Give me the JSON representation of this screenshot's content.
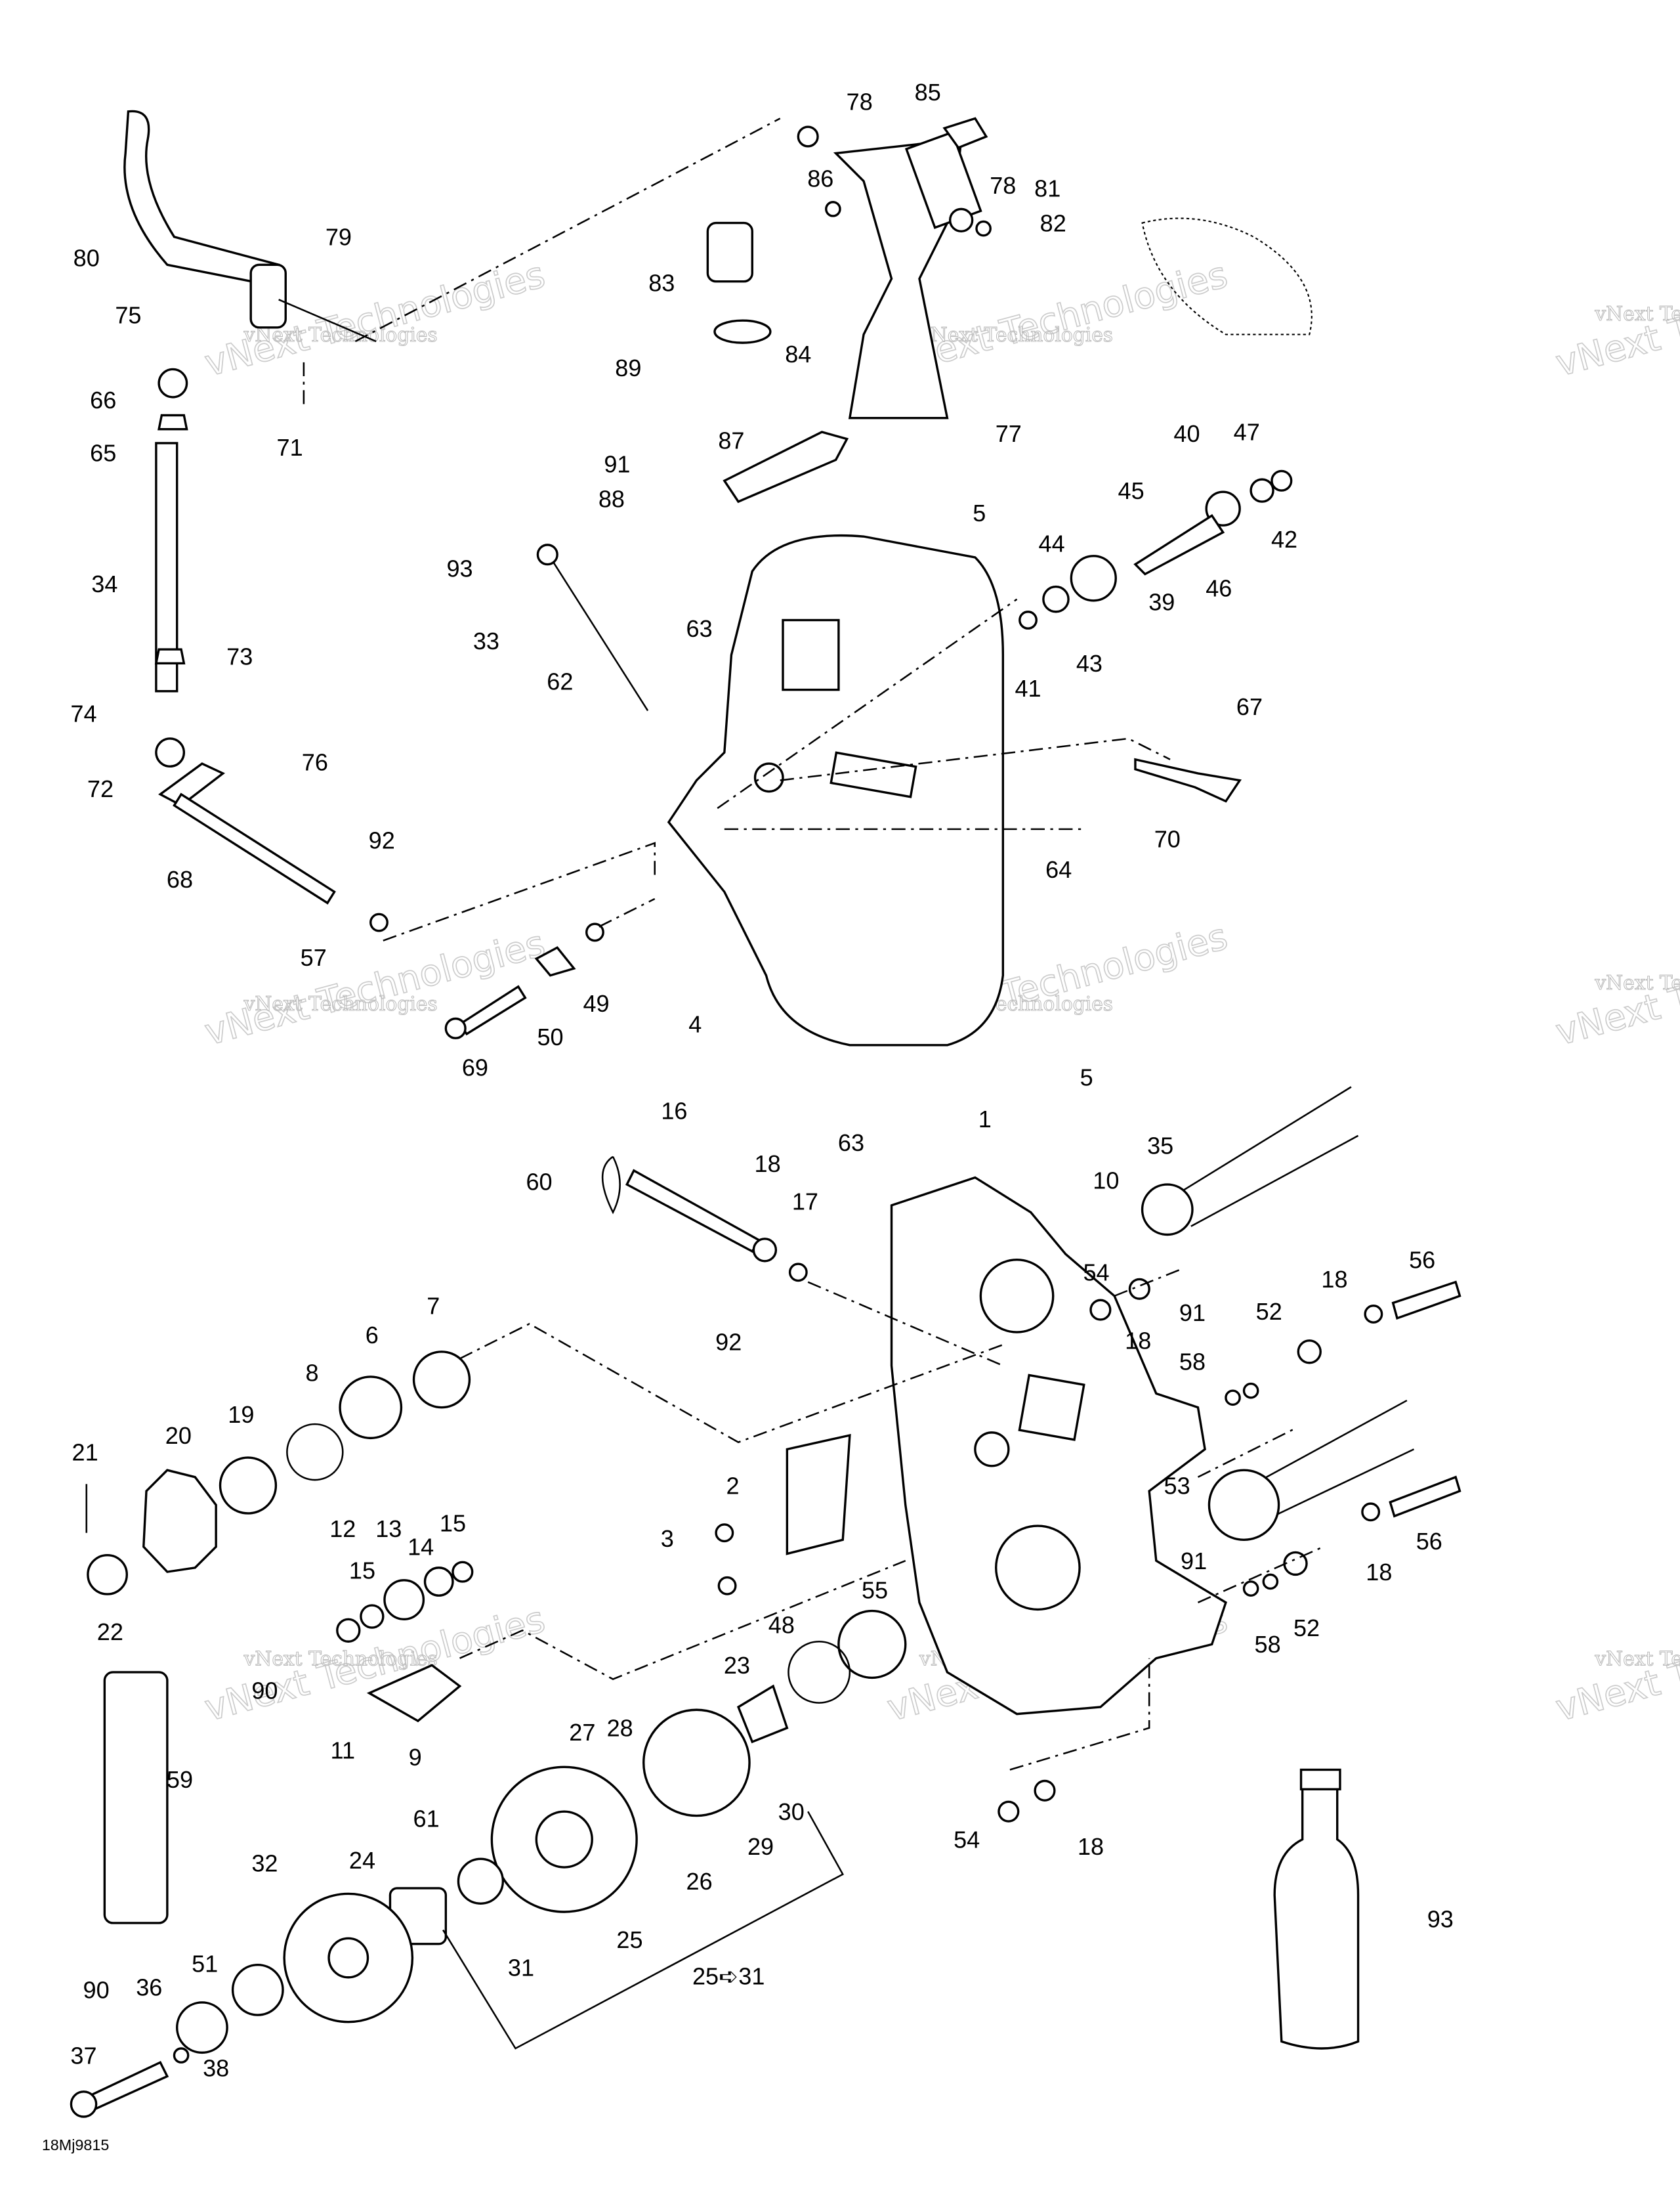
{
  "diagram": {
    "type": "exploded-parts-diagram",
    "code": "18Mj9815",
    "watermark": "vNext Technologies",
    "part_labels": [
      "78",
      "85",
      "86",
      "78",
      "81",
      "82",
      "83",
      "84",
      "89",
      "77",
      "80",
      "79",
      "75",
      "66",
      "65",
      "71",
      "91",
      "88",
      "87",
      "40",
      "47",
      "45",
      "42",
      "46",
      "39",
      "5",
      "44",
      "43",
      "41",
      "93",
      "33",
      "62",
      "63",
      "34",
      "73",
      "67",
      "74",
      "72",
      "76",
      "70",
      "92",
      "68",
      "64",
      "57",
      "49",
      "50",
      "69",
      "4",
      "5",
      "63",
      "16",
      "1",
      "35",
      "60",
      "18",
      "17",
      "10",
      "54",
      "56",
      "18",
      "18",
      "91",
      "52",
      "92",
      "7",
      "6",
      "8",
      "19",
      "20",
      "21",
      "58",
      "58",
      "2",
      "53",
      "3",
      "12",
      "13",
      "15",
      "14",
      "15",
      "91",
      "56",
      "18",
      "52",
      "55",
      "48",
      "22",
      "23",
      "90",
      "11",
      "9",
      "59",
      "27",
      "28",
      "30",
      "29",
      "26",
      "61",
      "24",
      "25",
      "25➪31",
      "31",
      "32",
      "51",
      "36",
      "90",
      "37",
      "38",
      "54",
      "18",
      "93"
    ]
  }
}
